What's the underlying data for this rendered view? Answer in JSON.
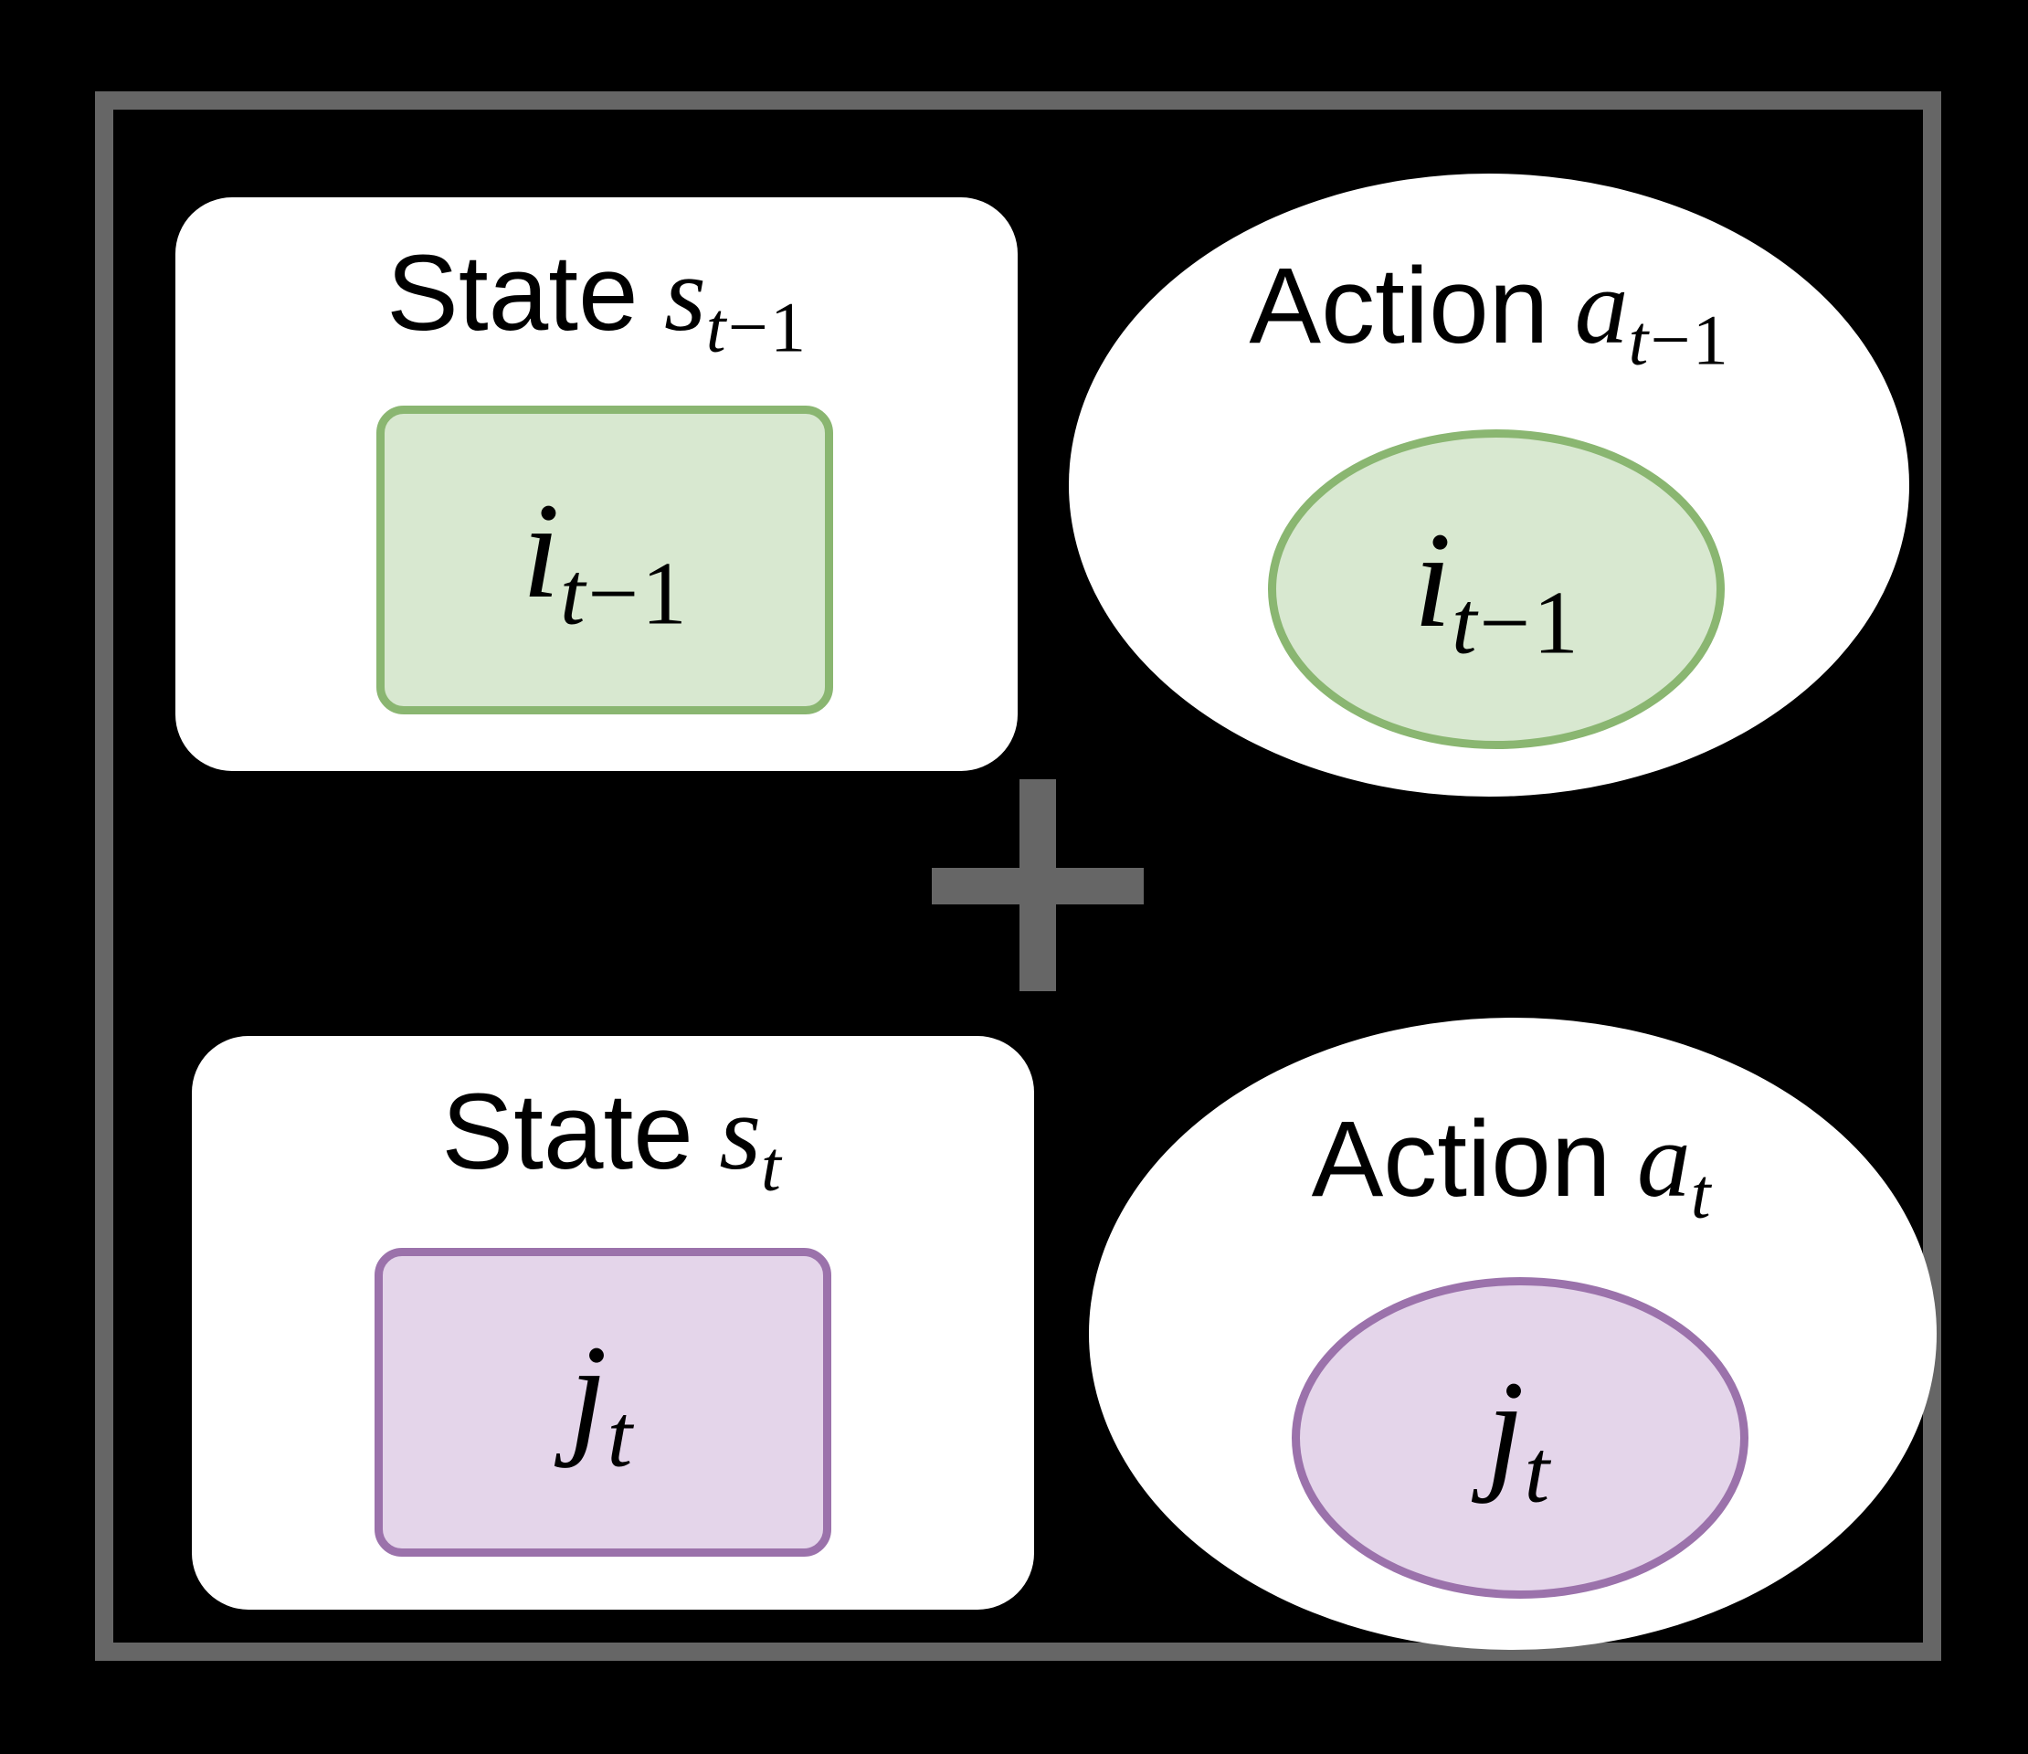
{
  "figure": {
    "background_color": "#000000",
    "frame_color": "#666666",
    "operator": "+",
    "operator_color": "#666666"
  },
  "palette": {
    "previous_fill": "#d8e8d0",
    "previous_stroke": "#8ab671",
    "current_fill": "#e4d5ea",
    "current_stroke": "#9b72ab",
    "container_fill": "#ffffff",
    "text_color": "#000000"
  },
  "nodes": {
    "state_prev": {
      "title_word": "State",
      "title_var": "s",
      "title_sub_var": "t",
      "title_sub_minus": "−",
      "title_sub_num": "1",
      "token_var": "i",
      "token_sub_var": "t",
      "token_sub_minus": "−",
      "token_sub_num": "1",
      "shape": "rounded-rectangle",
      "token_color": "green"
    },
    "action_prev": {
      "title_word": "Action",
      "title_var": "a",
      "title_sub_var": "t",
      "title_sub_minus": "−",
      "title_sub_num": "1",
      "token_var": "i",
      "token_sub_var": "t",
      "token_sub_minus": "−",
      "token_sub_num": "1",
      "shape": "ellipse",
      "token_color": "green"
    },
    "state_cur": {
      "title_word": "State",
      "title_var": "s",
      "title_sub_var": "t",
      "title_sub_minus": "",
      "title_sub_num": "",
      "token_var": "j",
      "token_sub_var": "t",
      "token_sub_minus": "",
      "token_sub_num": "",
      "shape": "rounded-rectangle",
      "token_color": "purple"
    },
    "action_cur": {
      "title_word": "Action",
      "title_var": "a",
      "title_sub_var": "t",
      "title_sub_minus": "",
      "title_sub_num": "",
      "token_var": "j",
      "token_sub_var": "t",
      "token_sub_minus": "",
      "token_sub_num": "",
      "shape": "ellipse",
      "token_color": "purple"
    }
  }
}
